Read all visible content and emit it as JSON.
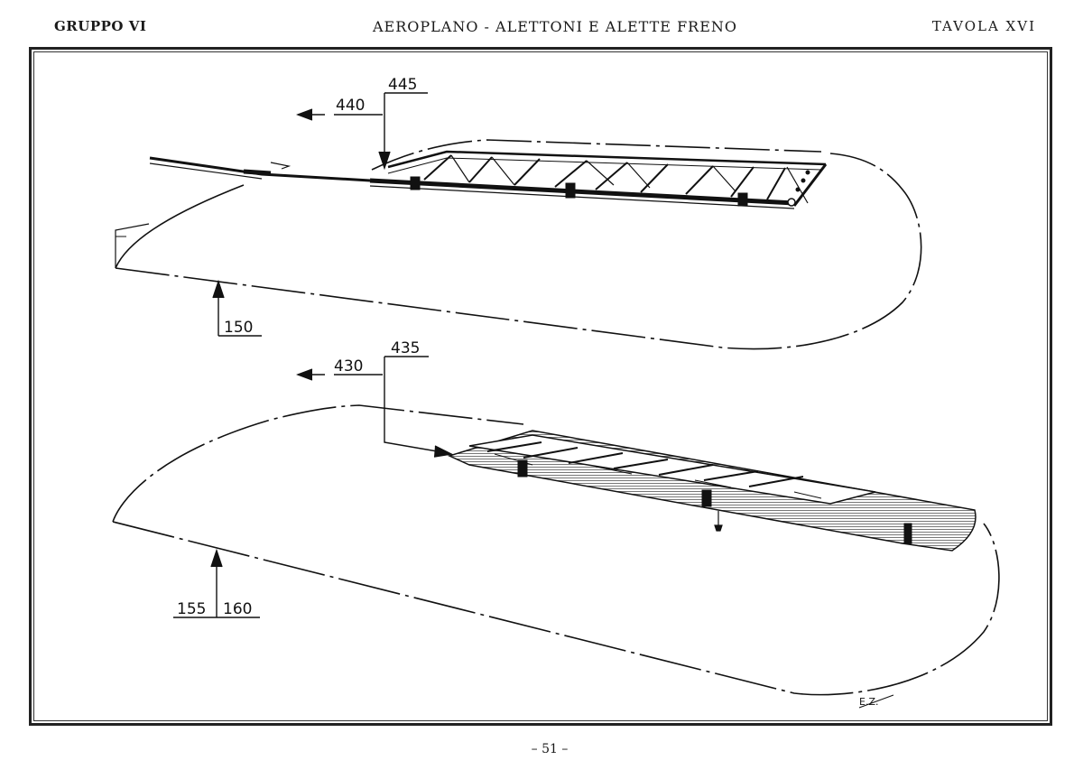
{
  "header": {
    "left": "GRUPPO VI",
    "center": "AEROPLANO - ALETTONI E ALETTE FRENO",
    "right": "TAVOLA XVI"
  },
  "footer": {
    "page": "– 51 –"
  },
  "callouts": {
    "upper_assembly": "445",
    "upper_direction": "440",
    "upper_wing_panel": "150",
    "lower_assembly": "435",
    "lower_direction": "430",
    "lower_wing_panel_a": "155",
    "lower_wing_panel_b": "160"
  },
  "signature": "E.Z."
}
